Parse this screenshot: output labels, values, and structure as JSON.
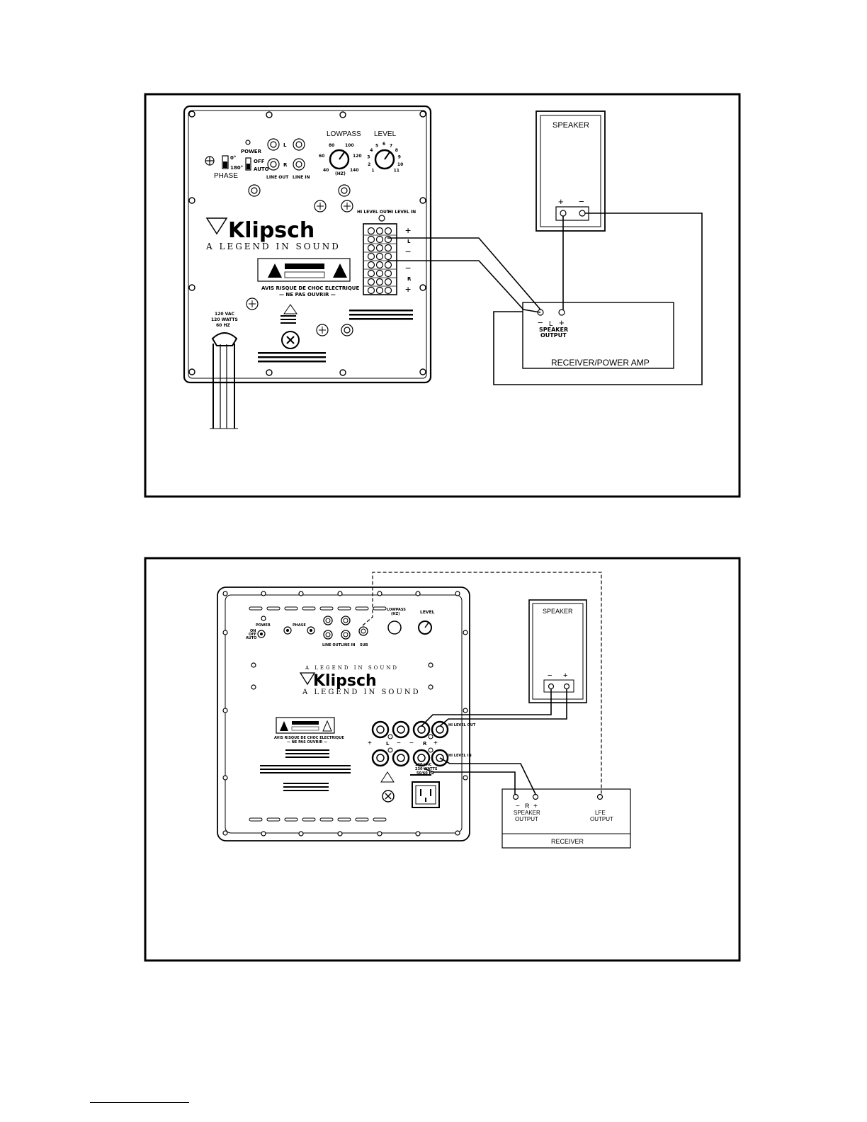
{
  "diagram1": {
    "panel": {
      "power": "POWER",
      "phase": "PHASE",
      "phase_0": "0°",
      "phase_180": "180°",
      "off": "OFF",
      "auto": "AUTO",
      "L": "L",
      "R": "R",
      "line_out": "LINE OUT",
      "line_in": "LINE IN",
      "lowpass": "LOWPASS",
      "level": "LEVEL",
      "lowpass_ticks": [
        "40",
        "60",
        "80",
        "100",
        "120",
        "140",
        "(HZ)"
      ],
      "level_ticks": [
        "1",
        "2",
        "3",
        "4",
        "5",
        "6",
        "7",
        "8",
        "9",
        "10",
        "11"
      ],
      "brand": "Klipsch",
      "tagline": "A LEGEND IN SOUND",
      "hi_level_out": "HI LEVEL OUT",
      "hi_level_in": "HI LEVEL IN",
      "term_plus_top": "+",
      "term_L": "L",
      "term_minus_top": "−",
      "term_minus_bottom": "−",
      "term_R": "R",
      "term_plus_bottom": "+",
      "avis_line1": "AVIS RISQUE DE CHOC ELECTRIQUE",
      "avis_line2": "— NE PAS OUVRIR —",
      "power_rating": [
        "120 VAC",
        "120 WATTS",
        "60 HZ"
      ]
    },
    "speaker": {
      "title": "SPEAKER",
      "plus": "+",
      "minus": "−"
    },
    "amp": {
      "title": "RECEIVER/POWER AMP",
      "minus": "−",
      "channel": "L",
      "plus": "+",
      "output_line1": "SPEAKER",
      "output_line2": "OUTPUT"
    }
  },
  "diagram2": {
    "panel": {
      "power": "POWER",
      "on": "ON",
      "off": "OFF",
      "auto": "AUTO",
      "phase": "PHASE",
      "lowpass": "LOWPASS",
      "lowpass_unit": "(HZ)",
      "level": "LEVEL",
      "line_out": "LINE OUT",
      "line_in": "LINE IN",
      "sub": "SUB",
      "tagline": "A LEGEND IN SOUND",
      "brand": "Klipsch",
      "avis_line1": "AVIS RISQUE DE CHOC ELECTRIQUE",
      "avis_line2": "— NE PAS OUVRIR —",
      "hi_level_out": "HI LEVEL OUT",
      "hi_level_in": "HI LEVEL IN",
      "plus": "+",
      "minus": "−",
      "L": "L",
      "R": "R",
      "power_rating": [
        "120 VAC",
        "230 WATTS",
        "50/60 HZ"
      ]
    },
    "speaker": {
      "title": "SPEAKER",
      "minus": "−",
      "plus": "+"
    },
    "receiver": {
      "title": "RECEIVER",
      "minus": "−",
      "channel": "R",
      "plus": "+",
      "output_line1": "SPEAKER",
      "output_line2": "OUTPUT",
      "lfe_line1": "LFE",
      "lfe_line2": "OUTPUT"
    }
  }
}
